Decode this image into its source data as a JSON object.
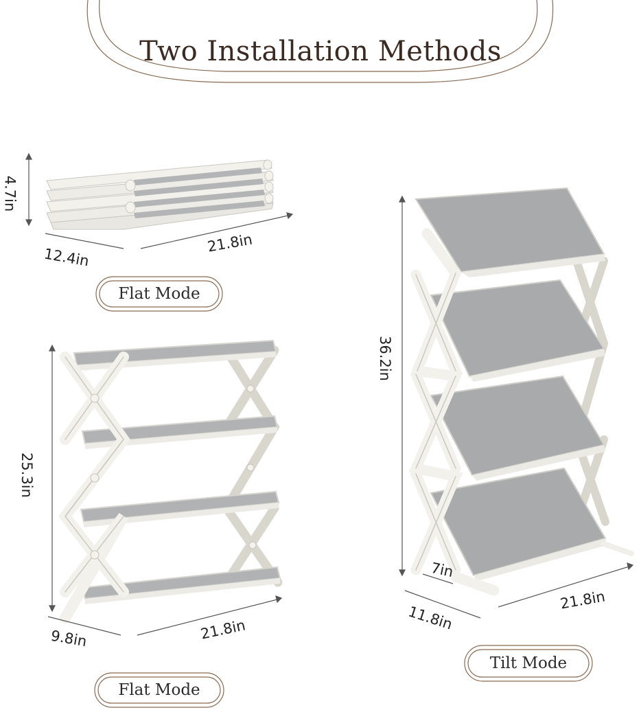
{
  "title": "Two Installation Methods",
  "colors": {
    "accent": "#8a6a52",
    "text": "#3a2a22",
    "shelf": "#a9aaac",
    "frame": "#f1efe9",
    "dimension": "#333333"
  },
  "products": [
    {
      "mode_label": "Flat Mode",
      "depth": "12.4in",
      "width": "21.8in",
      "height": "4.7in"
    },
    {
      "mode_label": "Flat Mode",
      "depth": "9.8in",
      "width": "21.8in",
      "height": "25.3in"
    },
    {
      "mode_label": "Tilt Mode",
      "depth": "11.8in",
      "width": "21.8in",
      "height": "36.2in",
      "inner_depth": "7in"
    }
  ]
}
